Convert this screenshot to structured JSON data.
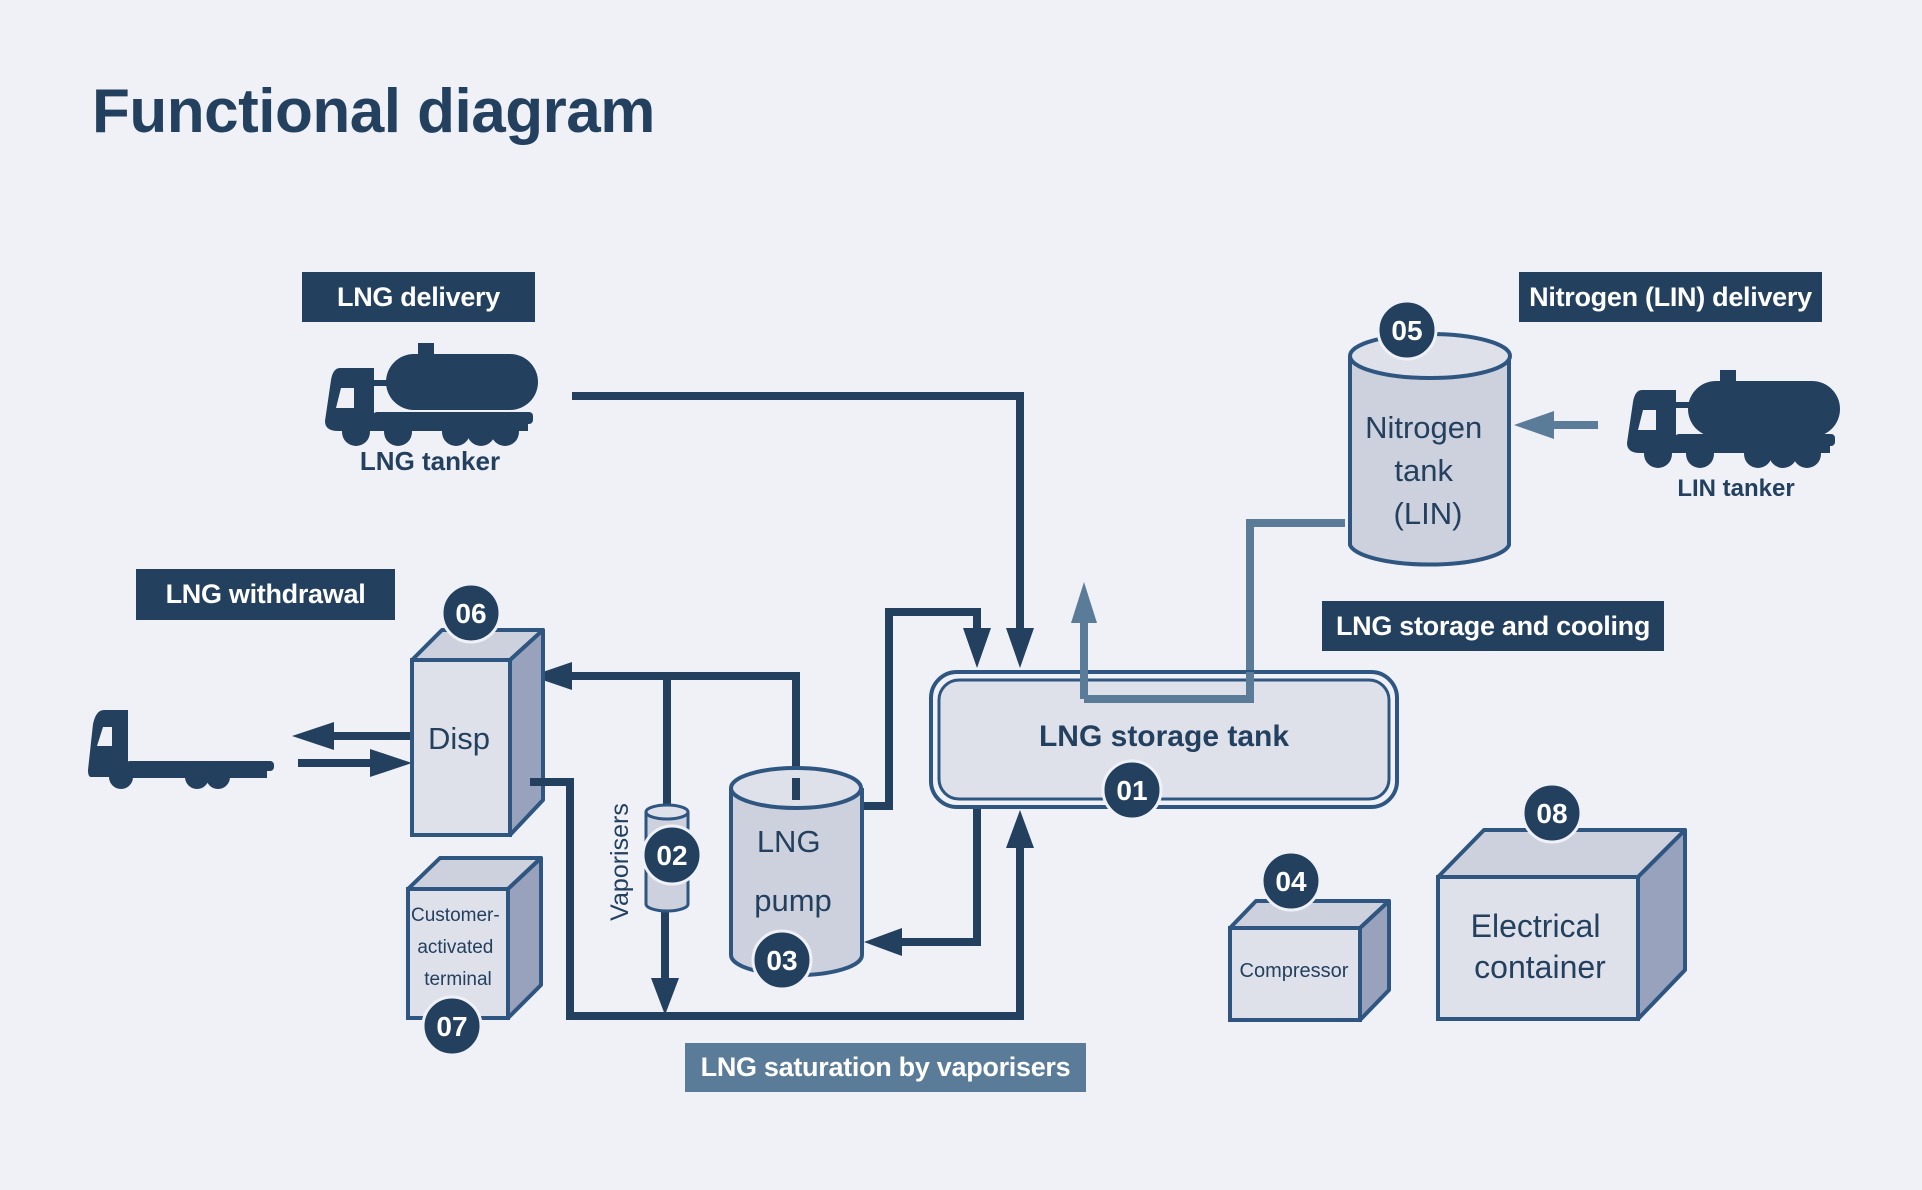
{
  "title": "Functional diagram",
  "colors": {
    "background": "#eff1f6",
    "dark_blue": "#23405f",
    "medium_blue": "#5b7c99",
    "component_fill": "#dfe1ea",
    "component_top": "#cdd1dd",
    "component_side": "#98a2bc",
    "outline": "#2f5680"
  },
  "section_labels": {
    "lng_delivery": "LNG delivery",
    "nitrogen_delivery": "Nitrogen (LIN) delivery",
    "lng_withdrawal": "LNG withdrawal",
    "storage_and_cooling": "LNG storage and cooling",
    "saturation": "LNG saturation by vaporisers"
  },
  "vehicles": {
    "lng_tanker": "LNG tanker",
    "lin_tanker": "LIN tanker",
    "customer_truck": ""
  },
  "components": [
    {
      "number": "01",
      "label": "LNG storage tank"
    },
    {
      "number": "02",
      "label": "Vaporisers"
    },
    {
      "number": "03",
      "label_lines": [
        "LNG",
        "pump"
      ]
    },
    {
      "number": "04",
      "label": "Compressor"
    },
    {
      "number": "05",
      "label_lines": [
        "Nitrogen",
        "tank",
        "(LIN)"
      ]
    },
    {
      "number": "06",
      "label": "Disp"
    },
    {
      "number": "07",
      "label_lines": [
        "Customer-",
        "activated",
        "terminal"
      ]
    },
    {
      "number": "08",
      "label_lines": [
        "Electrical",
        "container"
      ]
    }
  ]
}
